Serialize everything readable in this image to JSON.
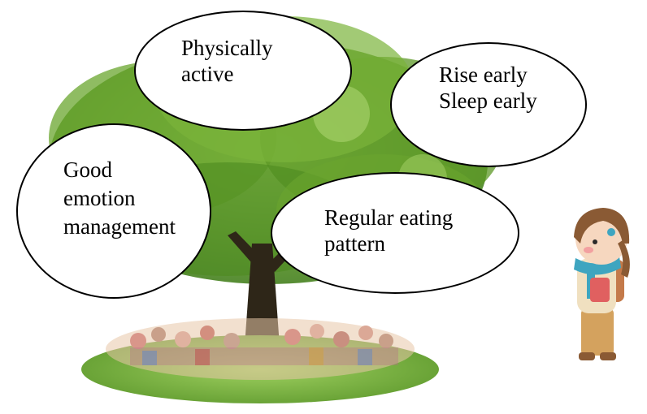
{
  "concepts": [
    {
      "key": "physical",
      "lines": [
        "Physically",
        "active"
      ]
    },
    {
      "key": "rise",
      "lines": [
        "Rise early",
        "Sleep early"
      ]
    },
    {
      "key": "emotion",
      "lines": [
        "Good",
        "emotion",
        "management"
      ]
    },
    {
      "key": "eating",
      "lines": [
        "Regular eating",
        "pattern"
      ]
    }
  ],
  "colors": {
    "foliage_dark": "#3f7a1c",
    "foliage_mid": "#6aa52e",
    "foliage_light": "#a8d46a",
    "trunk": "#2e2618",
    "grass": "#7db84a",
    "bubble_stroke": "#000000",
    "bubble_fill": "#ffffff"
  },
  "illustration": {
    "background": "tree-with-crowd",
    "character": "girl-with-scarf-and-backpack"
  }
}
